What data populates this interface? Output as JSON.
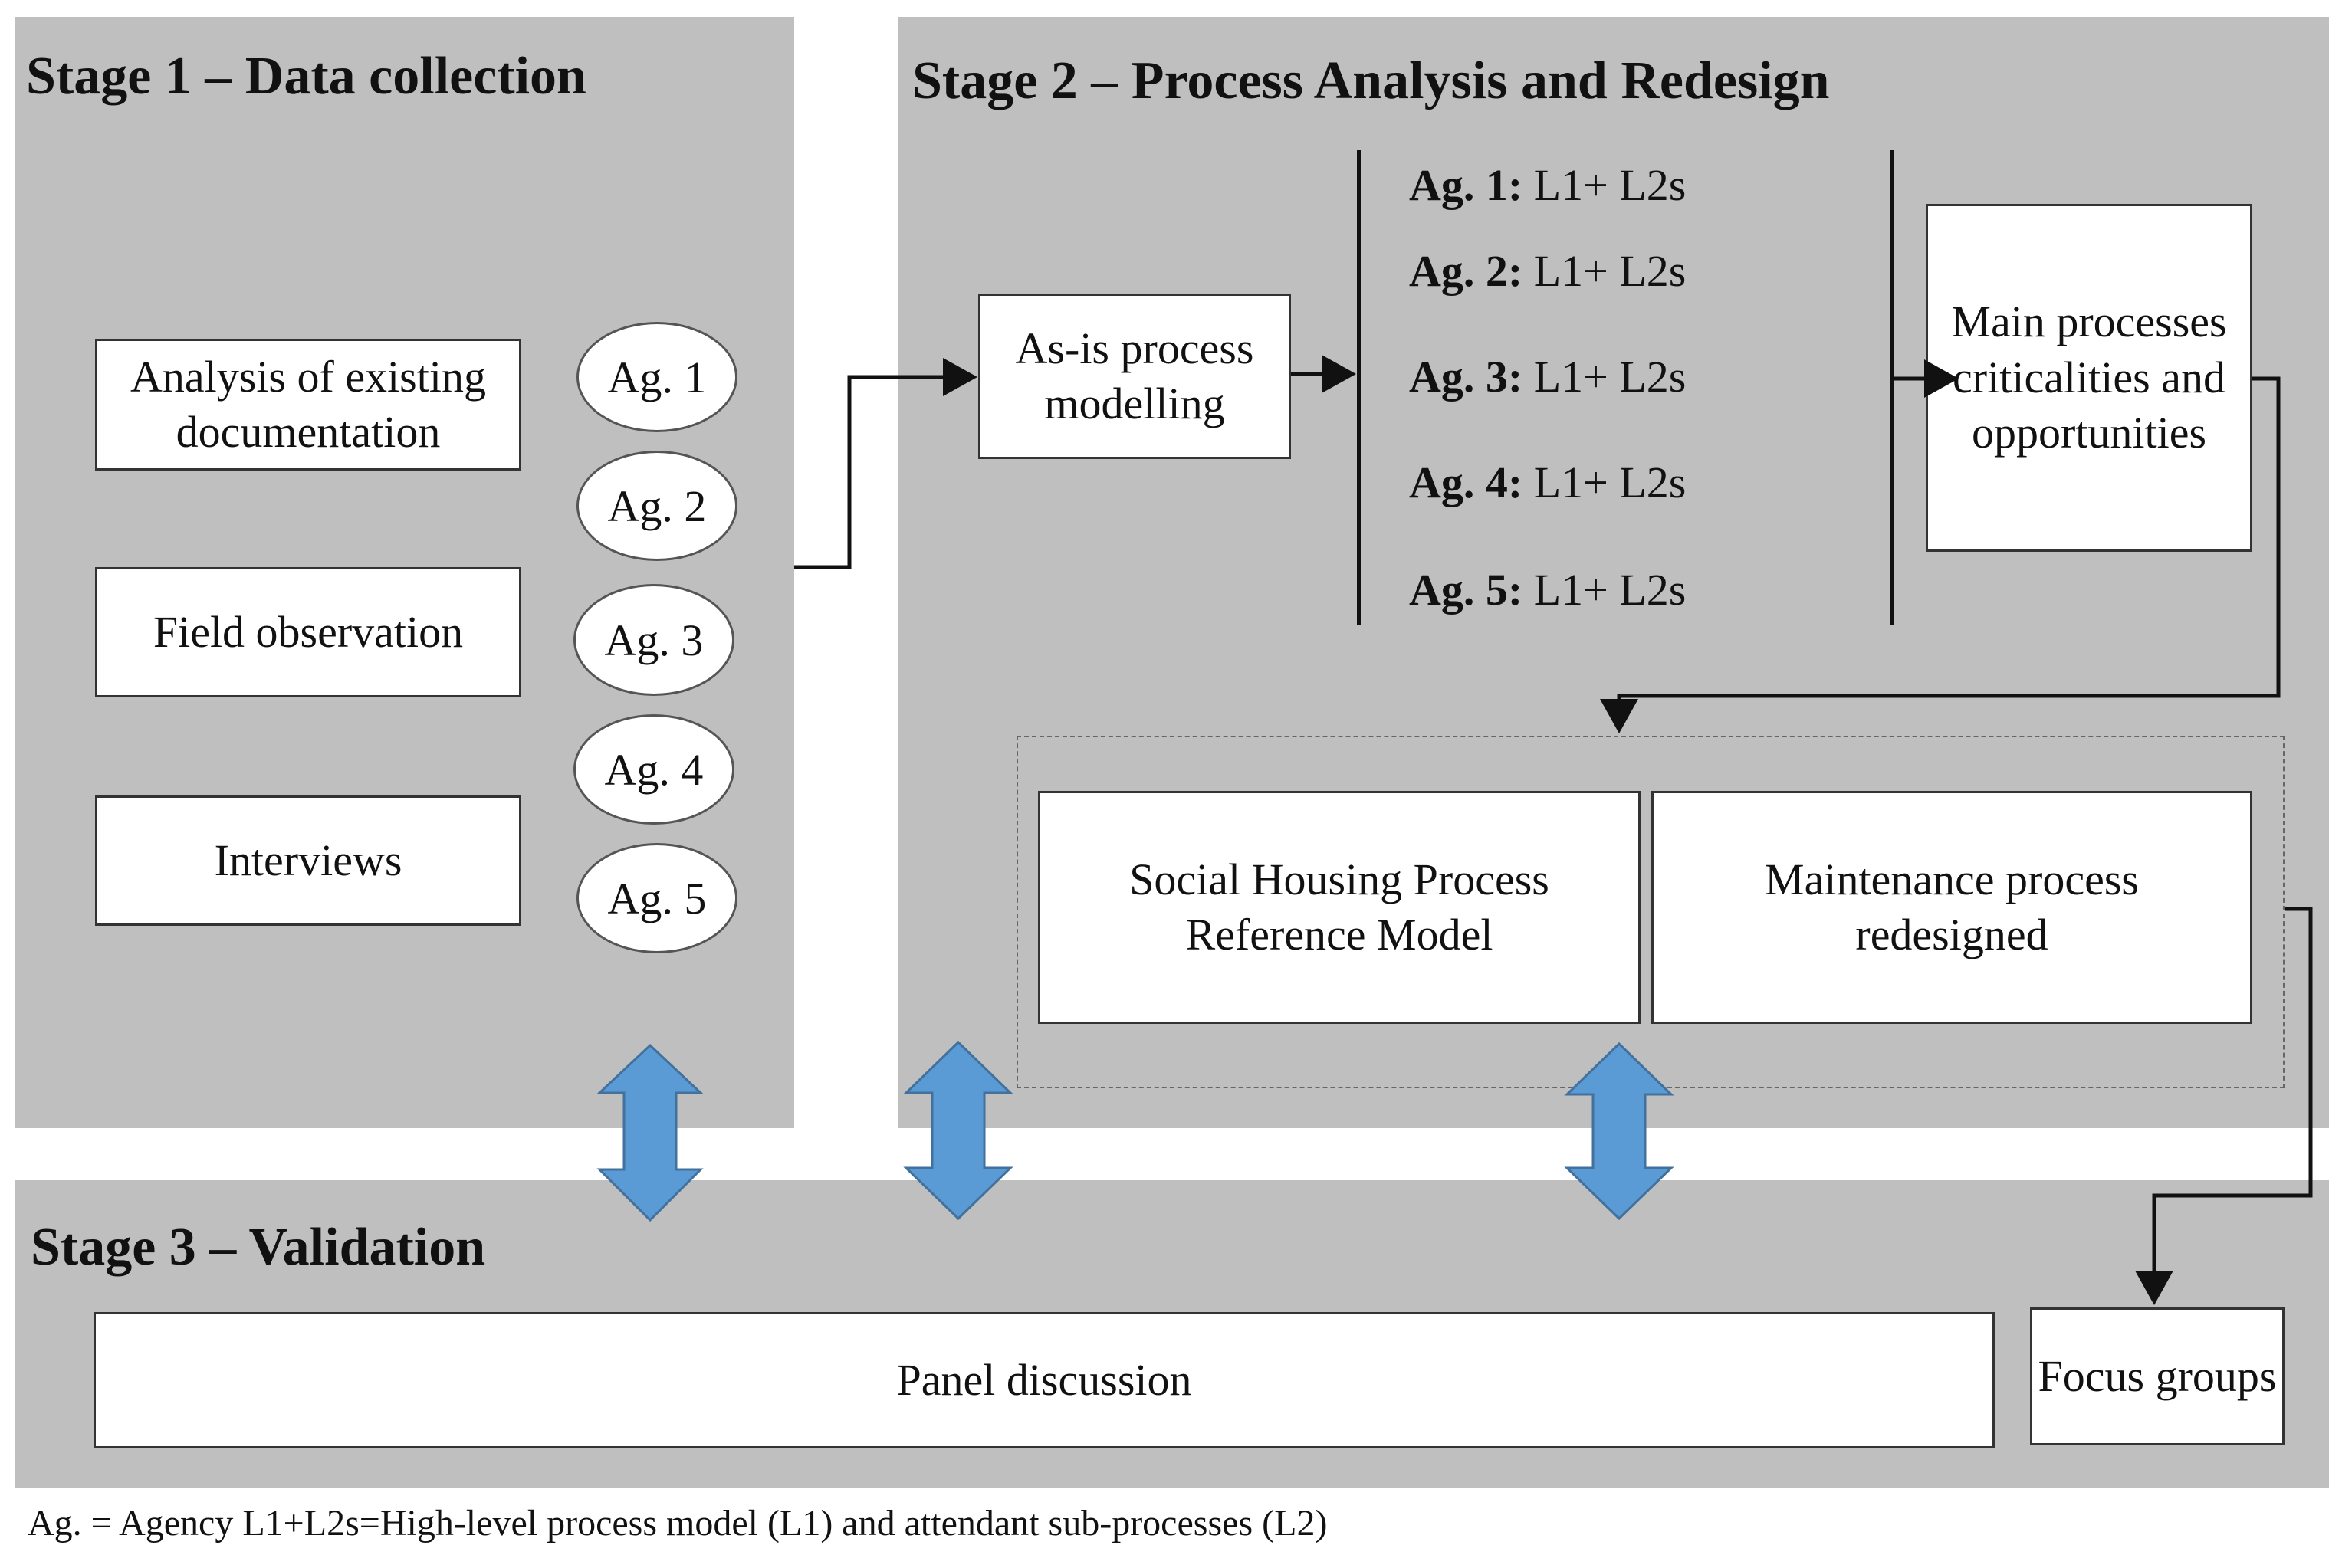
{
  "stage1": {
    "title": "Stage 1 – Data collection",
    "methods": [
      "Analysis of existing documentation",
      "Field observation",
      "Interviews"
    ],
    "agencies": [
      "Ag. 1",
      "Ag. 2",
      "Ag. 3",
      "Ag. 4",
      "Ag. 5"
    ]
  },
  "stage2": {
    "title": "Stage 2 – Process Analysis and Redesign",
    "asis": "As-is process modelling",
    "agency_models": [
      {
        "agency": "Ag. 1:",
        "model": "L1+ L2s"
      },
      {
        "agency": "Ag. 2:",
        "model": "L1+ L2s"
      },
      {
        "agency": "Ag. 3:",
        "model": "L1+ L2s"
      },
      {
        "agency": "Ag. 4:",
        "model": "L1+ L2s"
      },
      {
        "agency": "Ag. 5:",
        "model": "L1+ L2s"
      }
    ],
    "criticalities": "Main processes criticalities and opportunities",
    "reference_model": "Social Housing Process Reference Model",
    "redesign": "Maintenance process redesigned"
  },
  "stage3": {
    "title": "Stage 3 – Validation",
    "panel": "Panel discussion",
    "focus": "Focus groups"
  },
  "footnote": "Ag. = Agency L1+L2s=High-level process model (L1) and attendant sub-processes (L2)",
  "colors": {
    "panel": "#bfbfbf",
    "double_arrow": "#5b9bd5",
    "double_arrow_stroke": "#41719c"
  }
}
